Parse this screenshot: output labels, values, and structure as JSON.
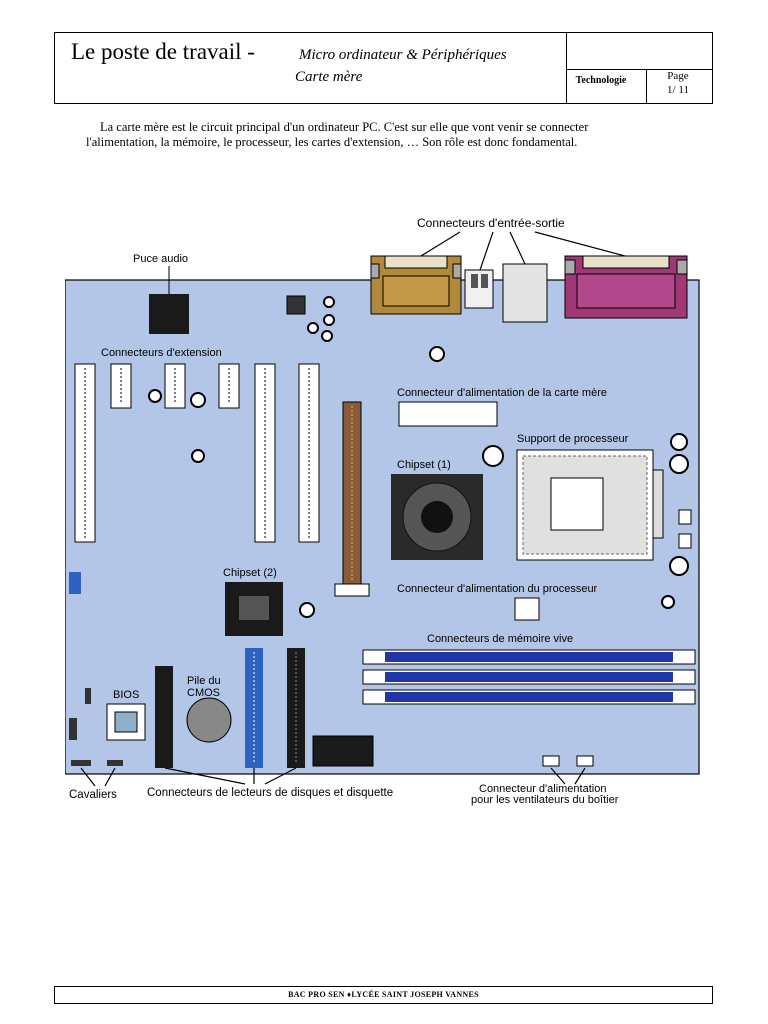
{
  "header": {
    "title": "Le poste de travail -",
    "subtitle_1": "Micro ordinateur & Périphériques",
    "subtitle_2": "Carte mère",
    "technologie": "Technologie",
    "page_label": "Page",
    "page_number": "1/ 11"
  },
  "intro": {
    "line_1": "La carte mère est le circuit principal d'un ordinateur PC. C'est sur elle que vont venir se connecter",
    "line_2": "l'alimentation, la mémoire, le processeur, les cartes d'extension, …  Son rôle est donc fondamental."
  },
  "diagram": {
    "labels": {
      "io": "Connecteurs d'entrée-sortie",
      "audio": "Puce audio",
      "extension": "Connecteurs d'extension",
      "board_power": "Connecteur d'alimentation de la carte mère",
      "cpu_socket": "Support de processeur",
      "chipset1": "Chipset (1)",
      "chipset2": "Chipset (2)",
      "cpu_power": "Connecteur d'alimentation du processeur",
      "memory": "Connecteurs de mémoire vive",
      "bios": "BIOS",
      "cmos_1": "Pile du",
      "cmos_2": "CMOS",
      "jumpers": "Cavaliers",
      "drives": "Connecteurs de lecteurs de disques et disquette",
      "fans_1": "Connecteur d'alimentation",
      "fans_2": "pour les ventilateurs du boîtier"
    },
    "colors": {
      "board": "#b4c6e7",
      "memory_slot": "#1f35a8",
      "ide_blue": "#2e62c0",
      "parallel_port": "#a03878",
      "serial_port": "#b08a3a",
      "chip": "#1a1a1a"
    }
  },
  "footer": {
    "text": "BAC PRO SEN ♦LYCÉE SAINT JOSEPH VANNES"
  }
}
